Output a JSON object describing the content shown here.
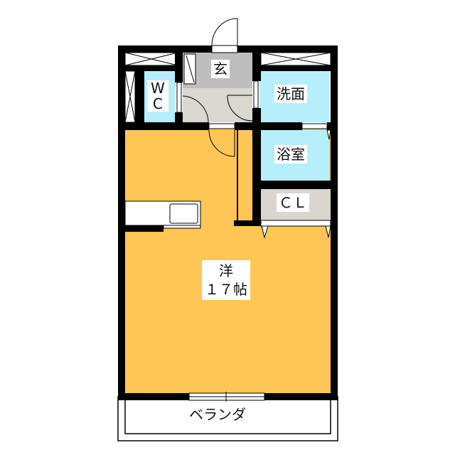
{
  "colors": {
    "room": "#FDC655",
    "wet": "#B6EFFB",
    "genkan": "#BEBEBE",
    "hall": "#D9D7CF",
    "wall": "#000000"
  },
  "rooms": {
    "genkan": "玄",
    "wc_line1": "W",
    "wc_line2": "C",
    "washroom": "洗面",
    "bathroom": "浴室",
    "closet": "ＣＬ",
    "western_line1": "洋",
    "western_line2": "１７帖",
    "balcony": "ベランダ"
  }
}
